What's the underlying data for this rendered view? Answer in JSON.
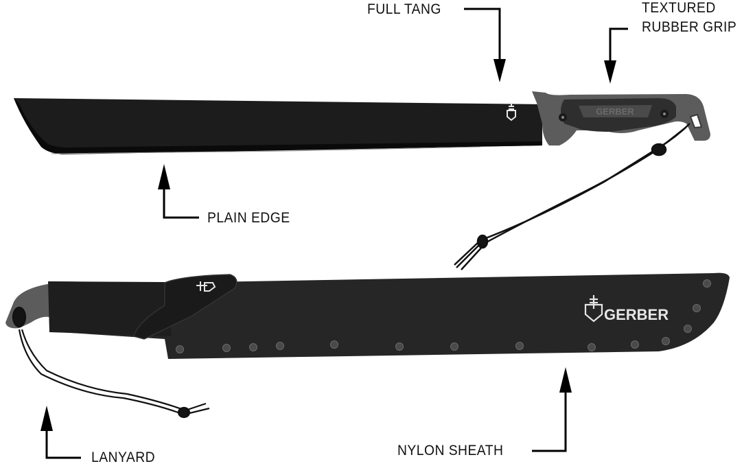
{
  "callouts": {
    "full_tang": "FULL TANG",
    "grip_line1": "TEXTURED",
    "grip_line2": "RUBBER GRIP",
    "plain_edge": "PLAIN EDGE",
    "lanyard": "LANYARD",
    "nylon_sheath": "NYLON SHEATH"
  },
  "product": {
    "handle_brand": "GERBER",
    "sheath_brand": "GERBER"
  },
  "colors": {
    "background": "#ffffff",
    "blade": "#1a1a1a",
    "blade_edge": "#0c0c0c",
    "handle_gray": "#6b6b6b",
    "handle_dark": "#2c2c2c",
    "sheath": "#262626",
    "text": "#111111",
    "logo": "#e6e6e6"
  }
}
